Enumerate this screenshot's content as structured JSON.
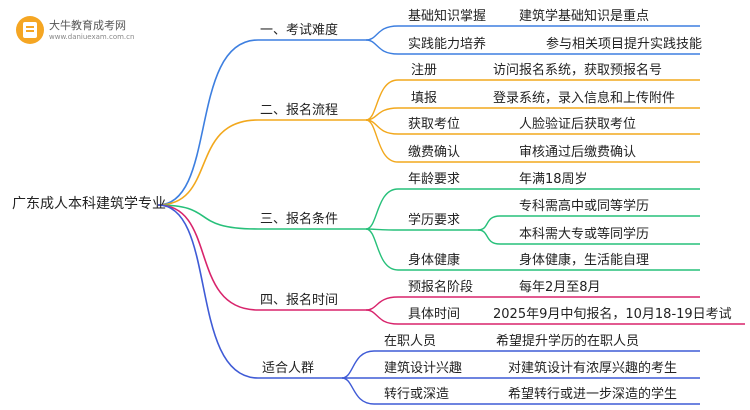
{
  "logo": {
    "title": "大牛教育成考网",
    "url": "www.daniuexam.com.cn"
  },
  "root": "广东成人本科建筑学专业",
  "colors": {
    "branch1": "#3d7fe0",
    "branch2": "#f2a81d",
    "branch3": "#27c07a",
    "branch4": "#d8246c",
    "branch5": "#3f5bd6"
  },
  "branches": [
    {
      "label": "一、考试难度",
      "items": [
        {
          "label": "基础知识掌握",
          "detail": "建筑学基础知识是重点"
        },
        {
          "label": "实践能力培养",
          "detail": "参与相关项目提升实践技能"
        }
      ]
    },
    {
      "label": "二、报名流程",
      "items": [
        {
          "label": "注册",
          "detail": "访问报名系统，获取预报名号"
        },
        {
          "label": "填报",
          "detail": "登录系统，录入信息和上传附件"
        },
        {
          "label": "获取考位",
          "detail": "人脸验证后获取考位"
        },
        {
          "label": "缴费确认",
          "detail": "审核通过后缴费确认"
        }
      ]
    },
    {
      "label": "三、报名条件",
      "items": [
        {
          "label": "年龄要求",
          "details": [
            "年满18周岁"
          ]
        },
        {
          "label": "学历要求",
          "details": [
            "专科需高中或同等学历",
            "本科需大专或等同学历"
          ]
        },
        {
          "label": "身体健康",
          "details": [
            "身体健康，生活能自理"
          ]
        }
      ]
    },
    {
      "label": "四、报名时间",
      "items": [
        {
          "label": "预报名阶段",
          "detail": "每年2月至8月"
        },
        {
          "label": "具体时间",
          "detail": "2025年9月中旬报名，10月18-19日考试"
        }
      ]
    },
    {
      "label": "适合人群",
      "items": [
        {
          "label": "在职人员",
          "detail": "希望提升学历的在职人员"
        },
        {
          "label": "建筑设计兴趣",
          "detail": "对建筑设计有浓厚兴趣的考生"
        },
        {
          "label": "转行或深造",
          "detail": "希望转行或进一步深造的学生"
        }
      ]
    }
  ]
}
